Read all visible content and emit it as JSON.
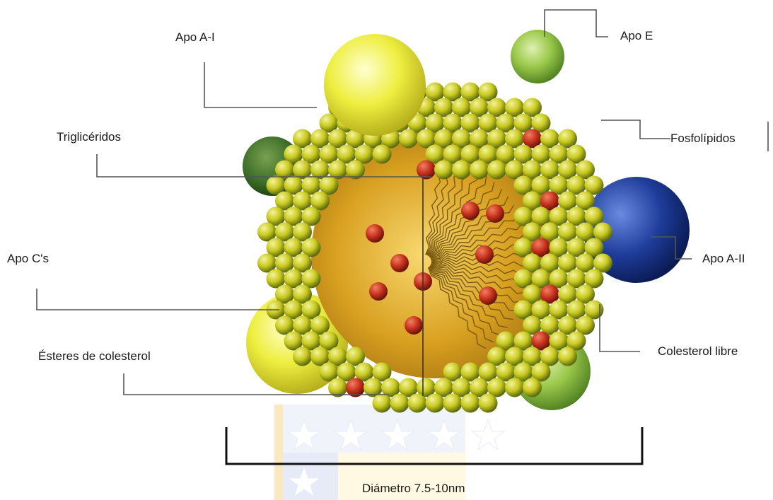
{
  "labels": {
    "apo_ai": "Apo A-I",
    "apo_e": "Apo E",
    "trigliceridos": "Triglicéridos",
    "fosfolipidos": "Fosfolípidos",
    "apo_cs": "Apo C's",
    "apo_aii": "Apo A-II",
    "colesterol_libre": "Colesterol libre",
    "esteres": "Ésteres de colesterol",
    "diametro": "Diámetro 7.5-10nm"
  },
  "colors": {
    "phospholipid": "#c8c81e",
    "cholesterol": "#c8321e",
    "apo_ai": "#e8e83a",
    "apo_e": "#9ac84a",
    "apo_aii": "#1e3c9a",
    "apo_dark_green": "#3c6e28",
    "core": "#d8a020",
    "watermark_blue": "#3a5cb0",
    "watermark_gold": "#f0c040"
  }
}
